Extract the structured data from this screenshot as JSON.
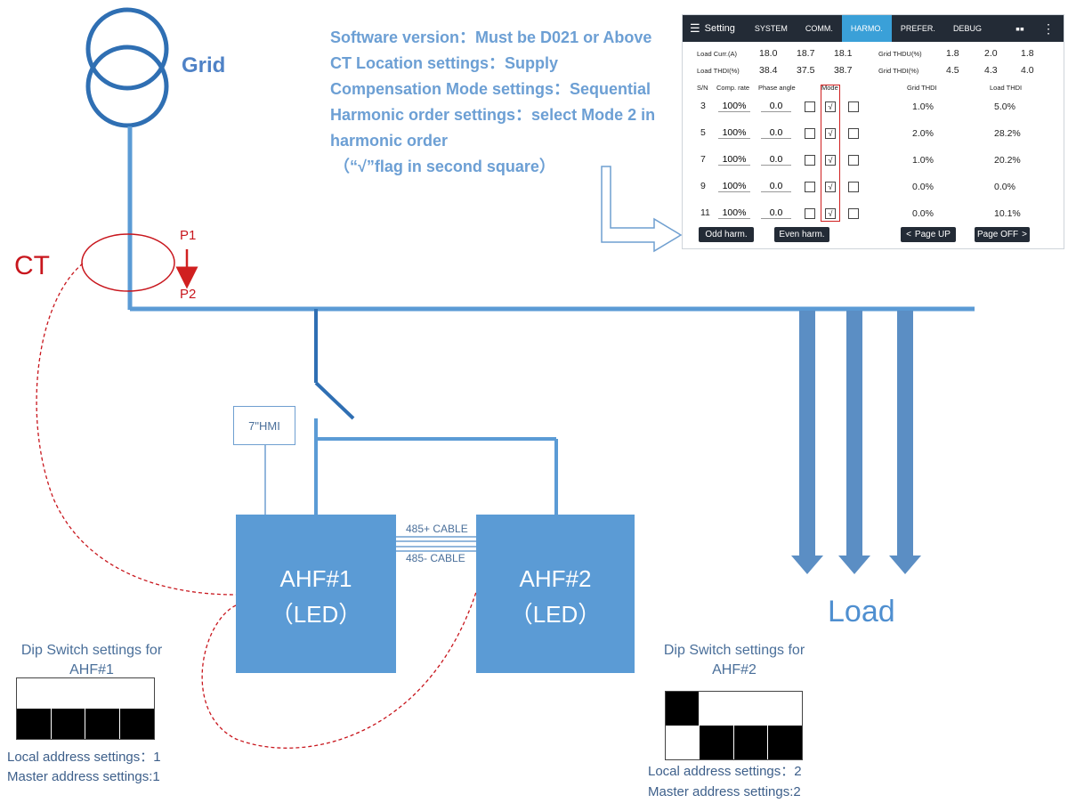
{
  "grid_label": "Grid",
  "ct_label": "CT",
  "ct_p1": "P1",
  "ct_p2": "P2",
  "load_label": "Load",
  "hmi_box_label": "7\"HMI",
  "ahf1": {
    "name": "AHF#1",
    "sub": "（LED）"
  },
  "ahf2": {
    "name": "AHF#2",
    "sub": "（LED）"
  },
  "cables": {
    "plus": "485+ CABLE",
    "minus": "485- CABLE"
  },
  "notes": [
    "Software version：Must be D021 or Above",
    "CT Location settings：Supply",
    "Compensation Mode settings：Sequential",
    "Harmonic order settings：select Mode 2 in",
    "harmonic order",
    "（“√”flag in second square）"
  ],
  "dip1": {
    "title_line1": "Dip Switch settings for",
    "title_line2": "AHF#1",
    "local": "Local address settings：1",
    "master": "Master address settings:1",
    "top_row_on": [
      false,
      false,
      false,
      false
    ],
    "bottom_row_on": [
      true,
      true,
      true,
      true
    ]
  },
  "dip2": {
    "title_line1": "Dip Switch settings for",
    "title_line2": "AHF#2",
    "local": "Local address settings：2",
    "master": "Master address settings:2",
    "top_row_on": [
      true,
      false,
      false,
      false
    ],
    "bottom_row_on": [
      false,
      true,
      true,
      true
    ]
  },
  "hmi_screen": {
    "title": "Setting",
    "tabs": [
      "SYSTEM",
      "COMM.",
      "HARMO.",
      "PREFER.",
      "DEBUG"
    ],
    "active_tab": "HARMO.",
    "load_curr_label": "Load Curr.(A)",
    "load_curr": [
      "18.0",
      "18.7",
      "18.1"
    ],
    "grid_thdu_label": "Grid THDU(%)",
    "grid_thdu": [
      "1.8",
      "2.0",
      "1.8"
    ],
    "load_thdi_label": "Load THDI(%)",
    "load_thdi": [
      "38.4",
      "37.5",
      "38.7"
    ],
    "grid_thdi_label": "Grid THDI(%)",
    "grid_thdi": [
      "4.5",
      "4.3",
      "4.0"
    ],
    "headers": {
      "sn": "S/N",
      "comp": "Comp. rate",
      "phase": "Phase angle",
      "mode": "Mode",
      "grid": "Grid THDI",
      "load": "Load THDI"
    },
    "rows": [
      {
        "sn": "3",
        "comp": "100%",
        "phase": "0.0",
        "grid": "1.0%",
        "load": "5.0%"
      },
      {
        "sn": "5",
        "comp": "100%",
        "phase": "0.0",
        "grid": "2.0%",
        "load": "28.2%"
      },
      {
        "sn": "7",
        "comp": "100%",
        "phase": "0.0",
        "grid": "1.0%",
        "load": "20.2%"
      },
      {
        "sn": "9",
        "comp": "100%",
        "phase": "0.0",
        "grid": "0.0%",
        "load": "0.0%"
      },
      {
        "sn": "11",
        "comp": "100%",
        "phase": "0.0",
        "grid": "0.0%",
        "load": "10.1%"
      }
    ],
    "check": "√",
    "buttons": {
      "odd": "Odd harm.",
      "even": "Even harm.",
      "page_up": "Page UP",
      "page_off": "Page OFF"
    }
  }
}
